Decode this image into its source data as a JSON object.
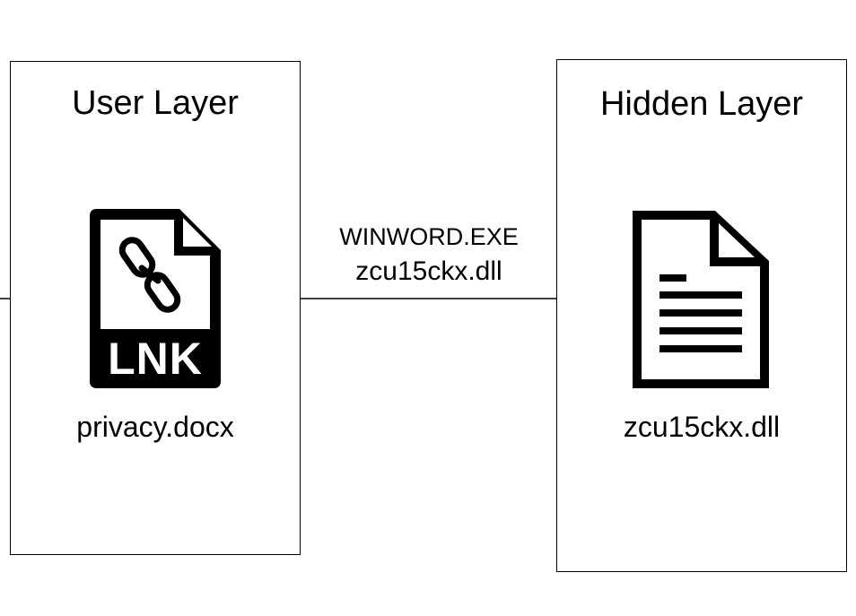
{
  "user_layer": {
    "title": "User Layer",
    "file": {
      "icon": "lnk-file-icon",
      "badge": "LNK",
      "label": "privacy.docx"
    }
  },
  "hidden_layer": {
    "title": "Hidden Layer",
    "file": {
      "icon": "document-icon",
      "label": "zcu15ckx.dll"
    }
  },
  "edge": {
    "line1": "WINWORD.EXE",
    "line2": "zcu15ckx.dll"
  },
  "colors": {
    "stroke": "#000000",
    "background": "#ffffff"
  }
}
